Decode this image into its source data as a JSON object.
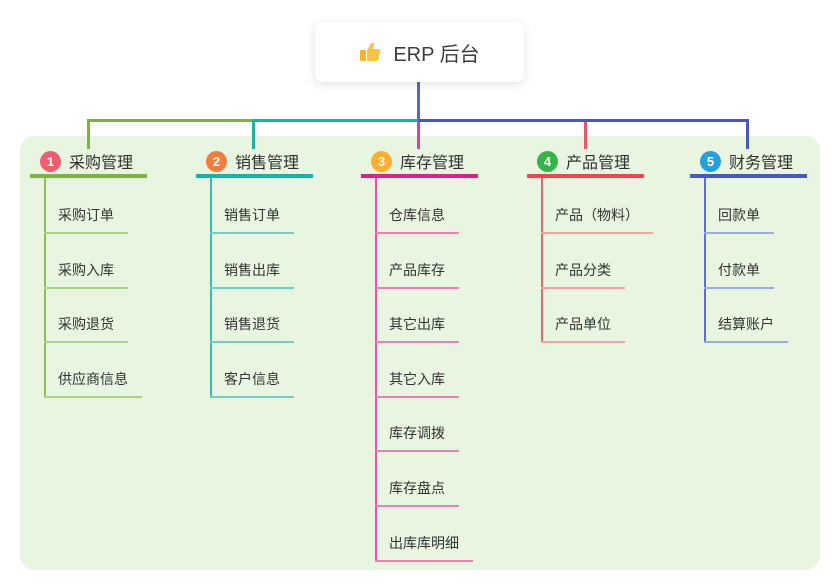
{
  "root": {
    "title": "ERP 后台",
    "icon": "thumbs-up-icon"
  },
  "palette": {
    "canvas_bg": "#ffffff",
    "panel_bg": "#e8f5e1",
    "root_connector": "#5468c8",
    "thumb_icon": "#f4c542",
    "text": "#333333"
  },
  "branches": [
    {
      "badge": "1",
      "title": "采购管理",
      "color": "#7cb342",
      "light_color": "#a9d487",
      "badge_color": "#f25c6d",
      "children": [
        "采购订单",
        "采购入库",
        "采购退货",
        "供应商信息"
      ]
    },
    {
      "badge": "2",
      "title": "销售管理",
      "color": "#16b3a8",
      "light_color": "#6fd0c8",
      "badge_color": "#f57c40",
      "children": [
        "销售订单",
        "销售出库",
        "销售退货",
        "客户信息"
      ]
    },
    {
      "badge": "3",
      "title": "库存管理",
      "color": "#e0218a",
      "light_color": "#f07eb8",
      "badge_color": "#ffaf2e",
      "children": [
        "仓库信息",
        "产品库存",
        "其它出库",
        "其它入库",
        "库存调拨",
        "库存盘点",
        "出库库明细"
      ]
    },
    {
      "badge": "4",
      "title": "产品管理",
      "color": "#f4434d",
      "light_color": "#f7a0a4",
      "badge_color": "#36b44a",
      "children": [
        "产品（物料）",
        "产品分类",
        "产品单位"
      ]
    },
    {
      "badge": "5",
      "title": "财务管理",
      "color": "#4757c4",
      "light_color": "#9aace4",
      "badge_color": "#23a0e0",
      "children": [
        "回款单",
        "付款单",
        "结算账户"
      ]
    }
  ]
}
